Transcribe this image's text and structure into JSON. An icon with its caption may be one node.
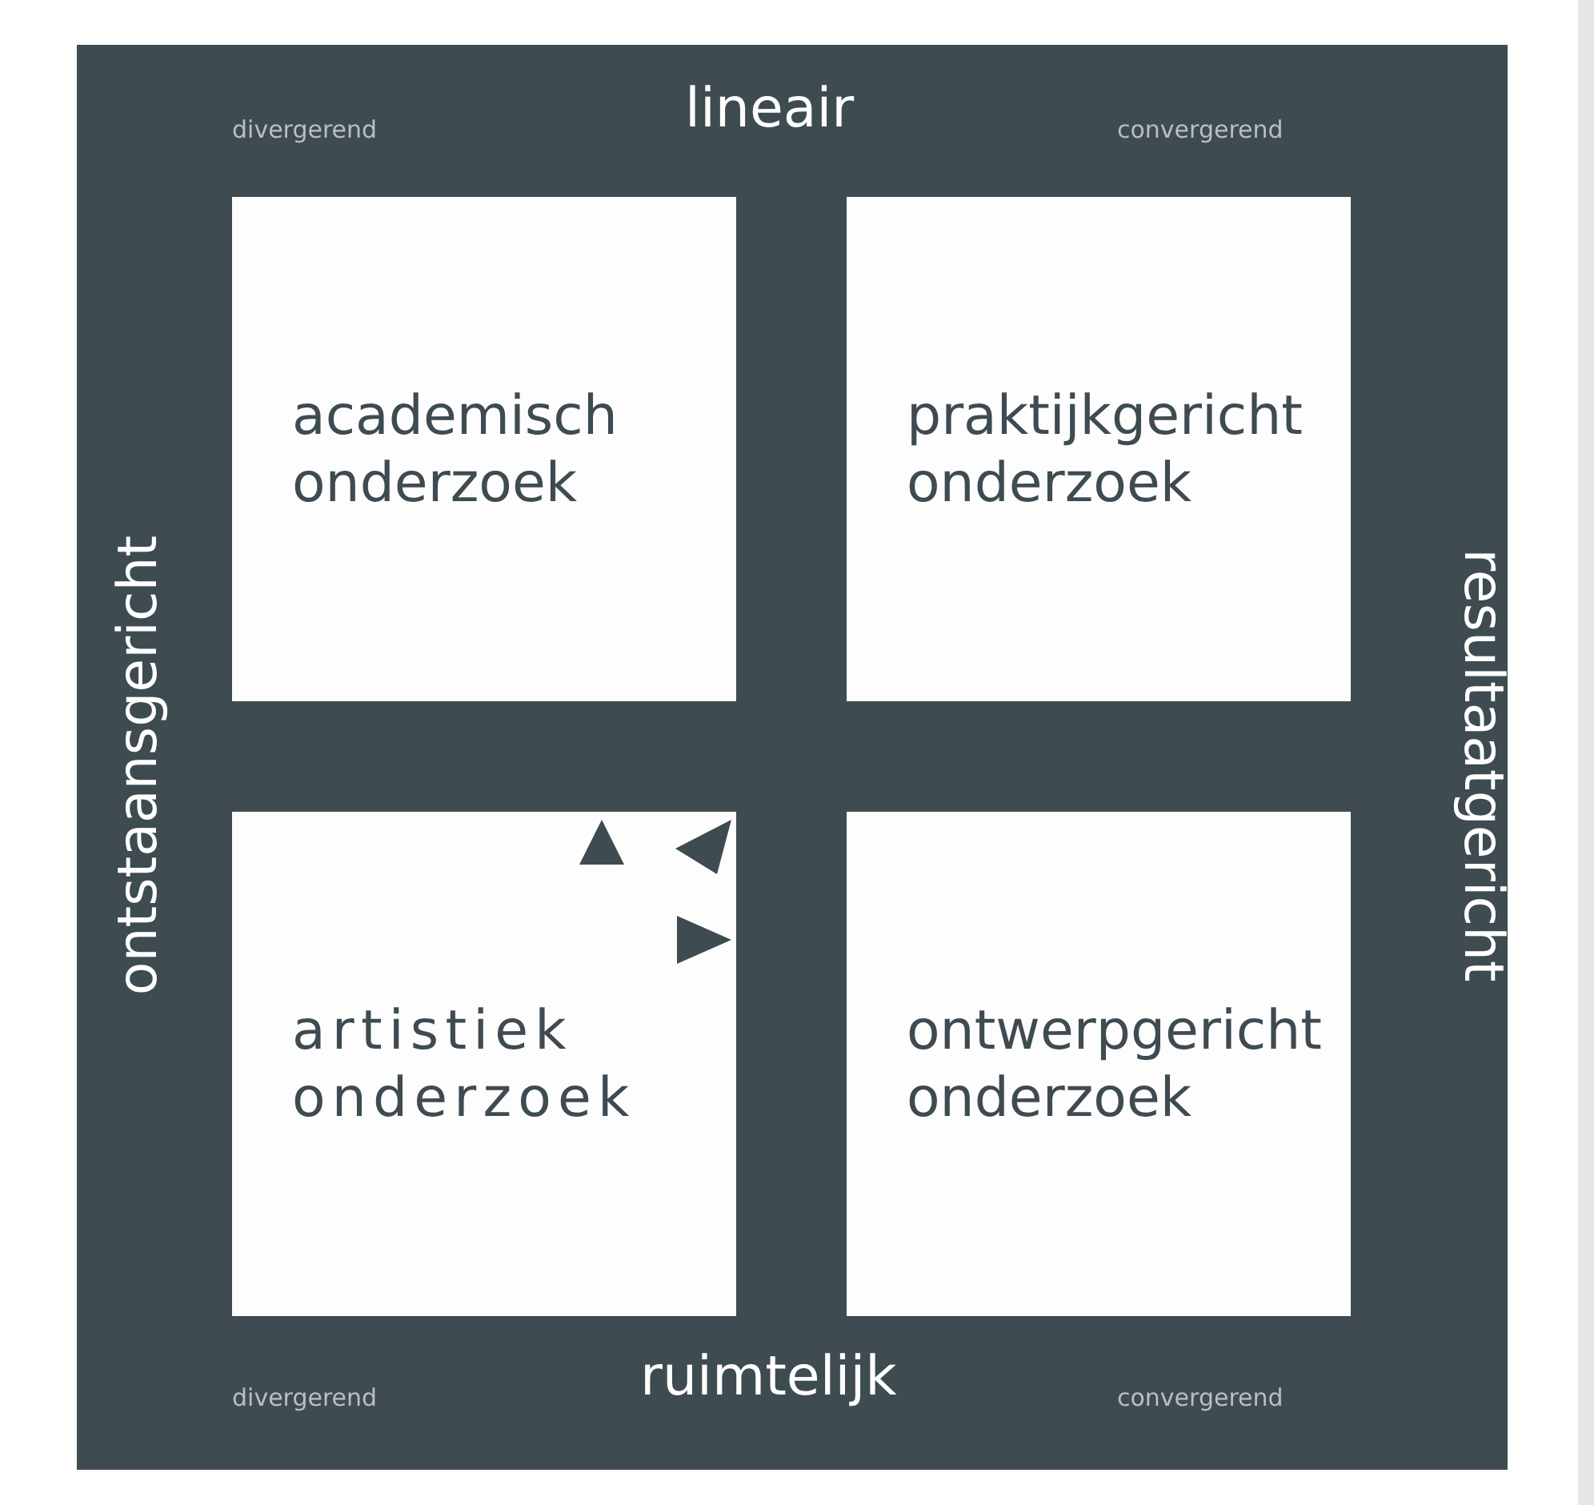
{
  "diagram": {
    "nodes": [
      {
        "text": [
          "academisch onderzoek"
        ]
      },
      {
        "text": [
          "praktijkgericht onderzoek"
        ]
      },
      {
        "text": [
          "artistiek onderzoek"
        ]
      },
      {
        "text": [
          "ontwerpgericht onderzoek"
        ]
      }
    ],
    "labels": [
      "divergerend",
      "lineair",
      "convergerend",
      "ontstaansgericht",
      "resultaatgericht",
      "divergerend",
      "ruimtelijk",
      "convergerend"
    ]
  }
}
